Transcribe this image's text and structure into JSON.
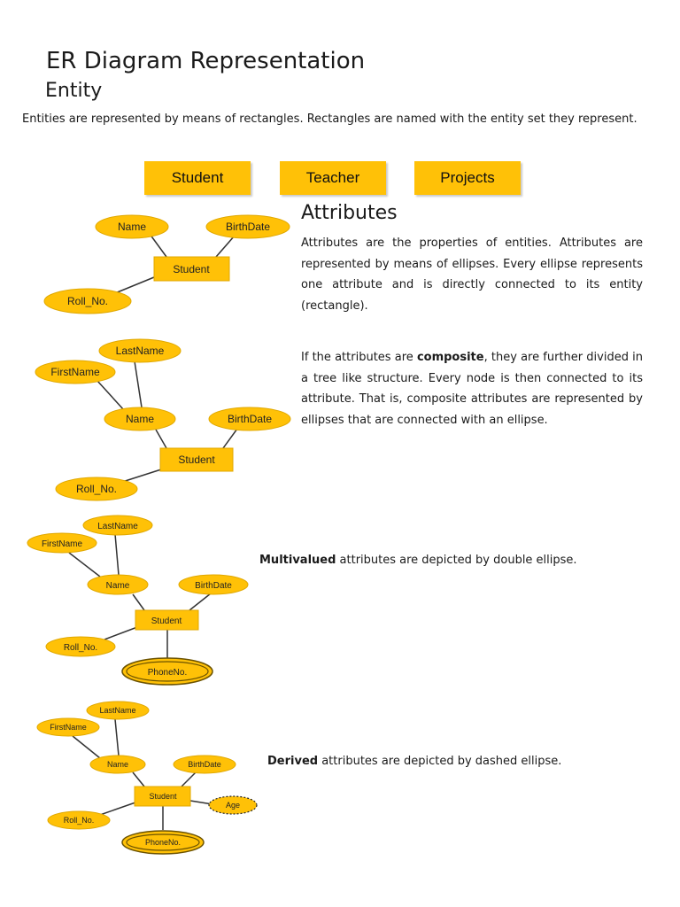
{
  "title": "ER Diagram Representation",
  "entity_section": {
    "heading": "Entity",
    "text": "Entities are represented by means of rectangles. Rectangles are named with the entity set they represent.",
    "boxes": [
      "Student",
      "Teacher",
      "Projects"
    ]
  },
  "attributes_section": {
    "heading": "Attributes",
    "text": "Attributes are the properties of entities. Attributes are represented by means of ellipses. Every ellipse represents one attribute and is directly connected to its entity (rectangle).",
    "composite_prefix": "If the attributes are ",
    "composite_bold": "composite",
    "composite_suffix": ", they are further divided in a tree like structure. Every node is then connected to its attribute. That is, composite attributes are represented by ellipses that are connected with an ellipse.",
    "multivalued_bold": "Multivalued",
    "multivalued_suffix": " attributes are depicted by double ellipse.",
    "derived_bold": "Derived",
    "derived_suffix": " attributes are depicted by dashed ellipse."
  },
  "diagram_labels": {
    "student": "Student",
    "name": "Name",
    "birthdate": "BirthDate",
    "roll_no": "Roll_No.",
    "firstname": "FirstName",
    "lastname": "LastName",
    "phoneno": "PhoneNo.",
    "age": "Age"
  },
  "colors": {
    "shape_fill": "#ffc107",
    "shape_stroke": "#e0a800",
    "line": "#333333"
  }
}
